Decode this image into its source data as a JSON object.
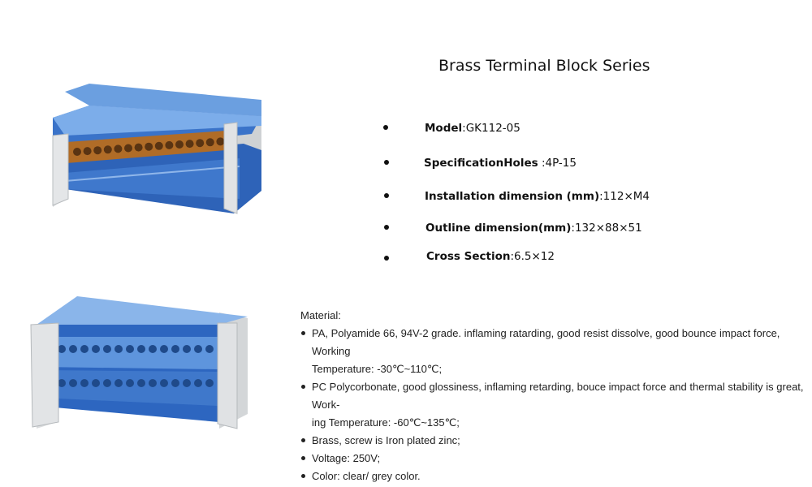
{
  "title": "Brass Terminal Block Series",
  "specs": [
    {
      "label": "Model",
      "value": ":GK112-05"
    },
    {
      "label": "SpecificationHoles",
      "value": " :4P-15"
    },
    {
      "label": "Installation dimension (mm)",
      "value": ":112×M4"
    },
    {
      "label": "Outline dimension(mm)",
      "value": ":132×88×51"
    },
    {
      "label": "Cross Section",
      "value": ":6.5×12"
    }
  ],
  "material": {
    "heading": "Material:",
    "items": [
      {
        "line1": "PA, Polyamide 66, 94V-2 grade. inflaming ratarding, good resist dissolve, good bounce impact force, Working",
        "line2": "Temperature: -30℃~110℃;"
      },
      {
        "line1": "PC Polycorbonate, good glossiness, inflaming retarding, bouce impact force and thermal stability is great, Work-",
        "line2": "ing Temperature: -60℃~135℃;"
      },
      {
        "line1": "Brass, screw is Iron plated zinc;",
        "line2": ""
      },
      {
        "line1": "Voltage: 250V;",
        "line2": ""
      },
      {
        "line1": "Color: clear/ grey color.",
        "line2": ""
      }
    ]
  },
  "colors": {
    "cover_blue": "#2f6fc9",
    "cover_light": "#6fa3e3",
    "brass": "#b9752e",
    "housing_grey": "#d9dcde"
  }
}
